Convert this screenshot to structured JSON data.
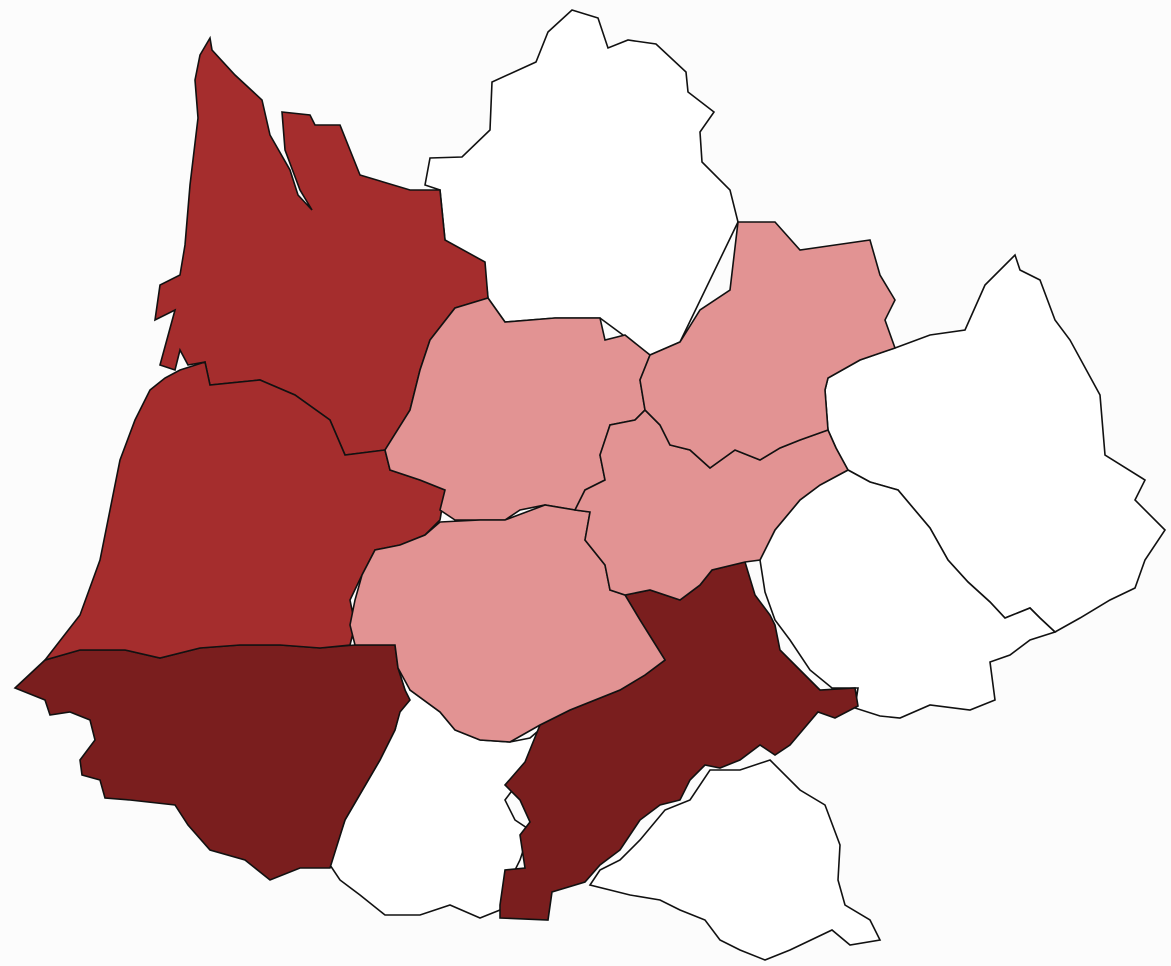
{
  "map": {
    "type": "choropleth",
    "colors": {
      "none": "#ffffff",
      "light": "#e29393",
      "medium": "#a52d2d",
      "dark": "#7a1e1e",
      "border": "#111111",
      "background": "#fcfcfc"
    },
    "regions": [
      {
        "id": "nw",
        "level": "medium"
      },
      {
        "id": "w",
        "level": "medium"
      },
      {
        "id": "sw",
        "level": "dark"
      },
      {
        "id": "s",
        "level": "dark"
      },
      {
        "id": "c1",
        "level": "light"
      },
      {
        "id": "c2",
        "level": "light"
      },
      {
        "id": "c3",
        "level": "light"
      },
      {
        "id": "ne1",
        "level": "light"
      },
      {
        "id": "n",
        "level": "none"
      },
      {
        "id": "e1",
        "level": "none"
      },
      {
        "id": "e2",
        "level": "none"
      },
      {
        "id": "se",
        "level": "none"
      },
      {
        "id": "sc",
        "level": "none"
      }
    ]
  }
}
